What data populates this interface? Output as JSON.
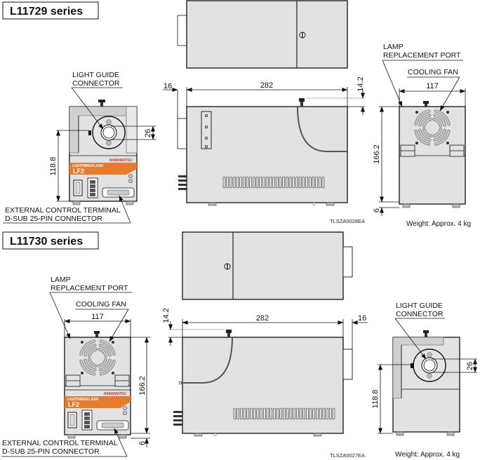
{
  "sections": [
    {
      "title": "L11729 series",
      "labels": {
        "light_guide_connector_1": "LIGHT GUIDE",
        "light_guide_connector_2": "CONNECTOR",
        "lamp_port_1": "LAMP",
        "lamp_port_2": "REPLACEMENT PORT",
        "cooling_fan": "COOLING FAN",
        "ext_control_1": "EXTERNAL CONTROL TERMINAL",
        "ext_control_2": "D-SUB 25-PIN CONNECTOR"
      },
      "dimensions": {
        "protrusion": "16",
        "length": "282",
        "knob_height": "14.2",
        "width": "117",
        "height": "166.2",
        "foot": "6",
        "connector_height": "118.8",
        "connector_dia": "26"
      },
      "drawing_code": "TLSZA0028EA",
      "weight": "Weight: Approx. 4 kg"
    },
    {
      "title": "L11730 series",
      "labels": {
        "light_guide_connector_1": "LIGHT GUIDE",
        "light_guide_connector_2": "CONNECTOR",
        "lamp_port_1": "LAMP",
        "lamp_port_2": "REPLACEMENT PORT",
        "cooling_fan": "COOLING FAN",
        "ext_control_1": "EXTERNAL CONTROL TERMINAL",
        "ext_control_2": "D-SUB 25-PIN CONNECTOR"
      },
      "dimensions": {
        "protrusion": "16",
        "length": "282",
        "knob_height": "14.2",
        "width": "117",
        "height": "166.2",
        "foot": "6",
        "connector_height": "118.8",
        "connector_dia": "26"
      },
      "drawing_code": "TLSZA0027EA",
      "weight": "Weight: Approx. 4 kg"
    }
  ],
  "panel": {
    "brand": "HAMAMATSU",
    "product": "LIGHTNINGFLASH",
    "model": "LF2"
  },
  "colors": {
    "body": "#e2e2e2",
    "accent_orange": "#e87a2c",
    "brand_red": "#c8352b"
  }
}
